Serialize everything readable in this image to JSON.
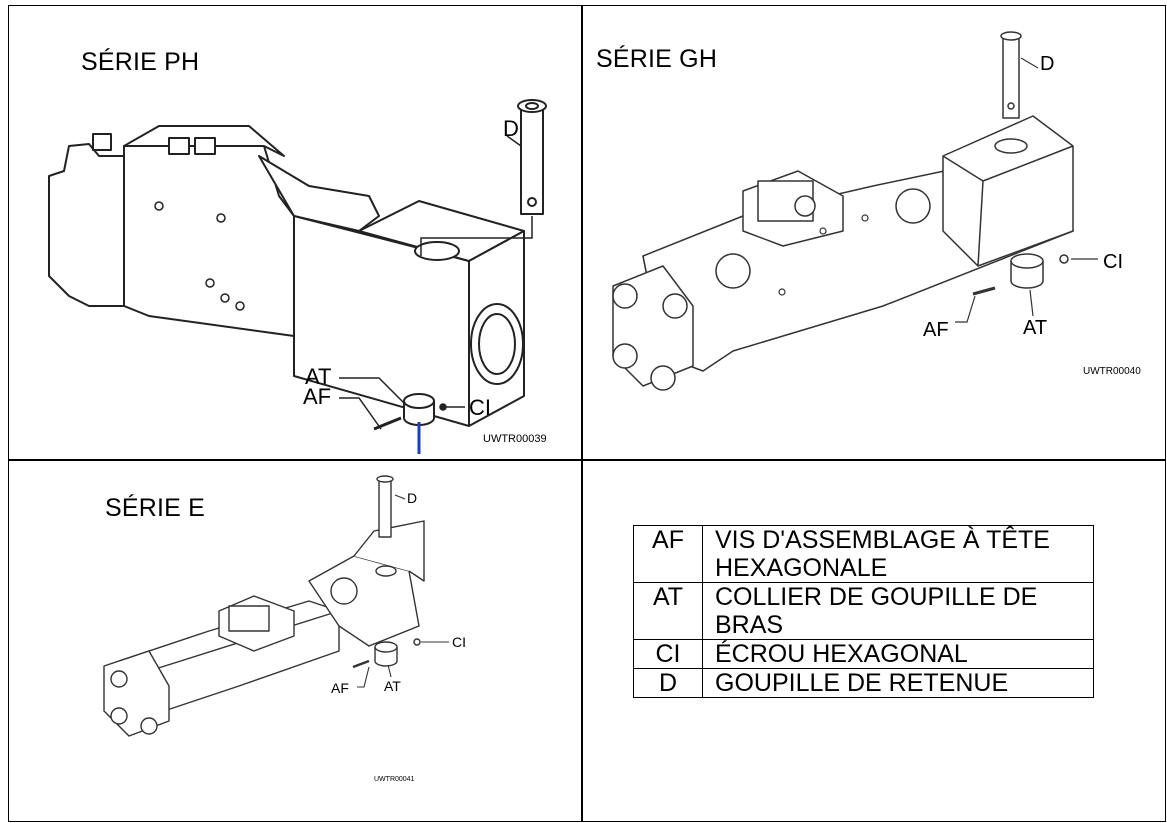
{
  "panels": {
    "ph": {
      "title": "SÉRIE PH",
      "labels": {
        "d": "D",
        "at": "AT",
        "af": "AF",
        "ci": "CI"
      },
      "code": "UWTR00039"
    },
    "gh": {
      "title": "SÉRIE GH",
      "labels": {
        "d": "D",
        "ci": "CI",
        "af": "AF",
        "at": "AT"
      },
      "code": "UWTR00040"
    },
    "e": {
      "title": "SÉRIE E",
      "labels": {
        "d": "D",
        "ci": "CI",
        "af": "AF",
        "at": "AT"
      },
      "code": "UWTR00041"
    }
  },
  "legend": [
    {
      "code": "AF",
      "desc": "VIS D'ASSEMBLAGE À TÊTE HEXAGONALE"
    },
    {
      "code": "AT",
      "desc": "COLLIER DE GOUPILLE DE BRAS"
    },
    {
      "code": "CI",
      "desc": "ÉCROU HEXAGONAL"
    },
    {
      "code": "D",
      "desc": "GOUPILLE DE RETENUE"
    }
  ]
}
